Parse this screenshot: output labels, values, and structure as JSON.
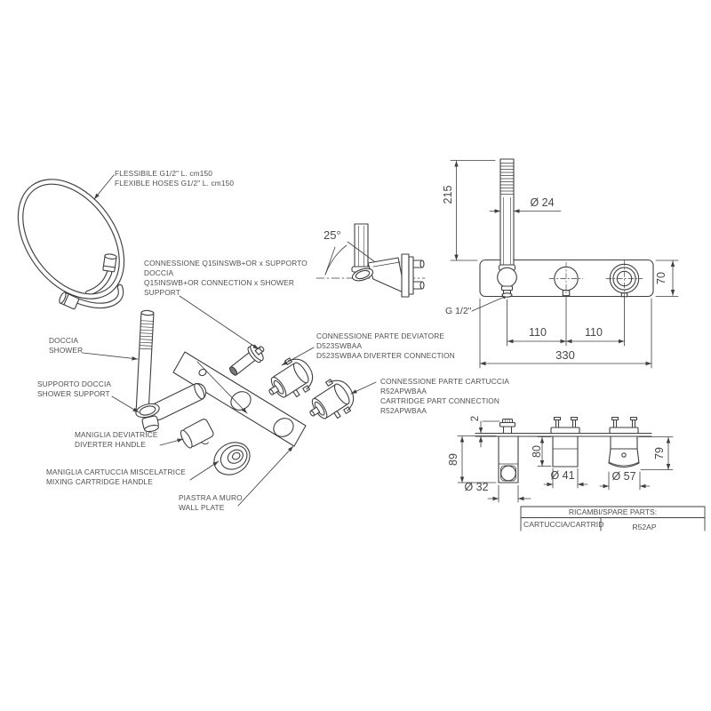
{
  "title": "shower mixer installation diagram",
  "labels": {
    "flexible_hose": {
      "lines": [
        "FLESSIBILE G1/2\" L. cm150",
        "FLEXIBLE HOSES  G1/2\" L. cm150"
      ]
    },
    "q15_connection": {
      "lines": [
        "CONNESSIONE Q15INSWB+OR x SUPPORTO",
        "DOCCIA",
        "Q15INSWB+OR CONNECTION x SHOWER",
        "SUPPORT"
      ]
    },
    "shower": {
      "lines": [
        "DOCCIA",
        "SHOWER"
      ]
    },
    "shower_support": {
      "lines": [
        "SUPPORTO DOCCIA",
        "SHOWER SUPPORT"
      ]
    },
    "diverter_handle": {
      "lines": [
        "MANIGLIA DEVIATRICE",
        "DIVERTER HANDLE"
      ]
    },
    "mixing_handle": {
      "lines": [
        "MANIGLIA CARTUCCIA MISCELATRICE",
        "MIXING CARTRIDGE HANDLE"
      ]
    },
    "wall_plate": {
      "lines": [
        "PIASTRA A MURO",
        "WALL PLATE"
      ]
    },
    "diverter_connection": {
      "lines": [
        "CONNESSIONE PARTE DEVIATORE",
        "D523SWBAA",
        "D523SWBAA DIVERTER CONNECTION"
      ]
    },
    "cartridge_connection": {
      "lines": [
        "CONNESSIONE PARTE CARTUCCIA",
        "R52APWBAA",
        "CARTRIDGE PART CONNECTION",
        "R52APWBAA"
      ]
    }
  },
  "dimensions": {
    "front_view": {
      "shower_height": "215",
      "shower_diameter": "Ø 24",
      "plate_height": "70",
      "thread": "G 1/2\"",
      "spacing_left": "110",
      "spacing_right": "110",
      "plate_width": "330",
      "support_angle": "25°"
    },
    "section_view": {
      "plate_thickness": "2",
      "support_depth": "89",
      "support_diameter": "Ø 32",
      "diverter_depth": "80",
      "diverter_diameter": "Ø 41",
      "cartridge_depth": "79",
      "cartridge_diameter": "Ø 57"
    }
  },
  "spare_parts_table": {
    "header": "RICAMBI/SPARE PARTS:",
    "rows": [
      {
        "label": "CARTUCCIA/CARTRID",
        "value": "R52AP"
      }
    ]
  },
  "colors": {
    "line": "#3f3f3f",
    "text": "#4f4f4f",
    "background": "#ffffff"
  }
}
